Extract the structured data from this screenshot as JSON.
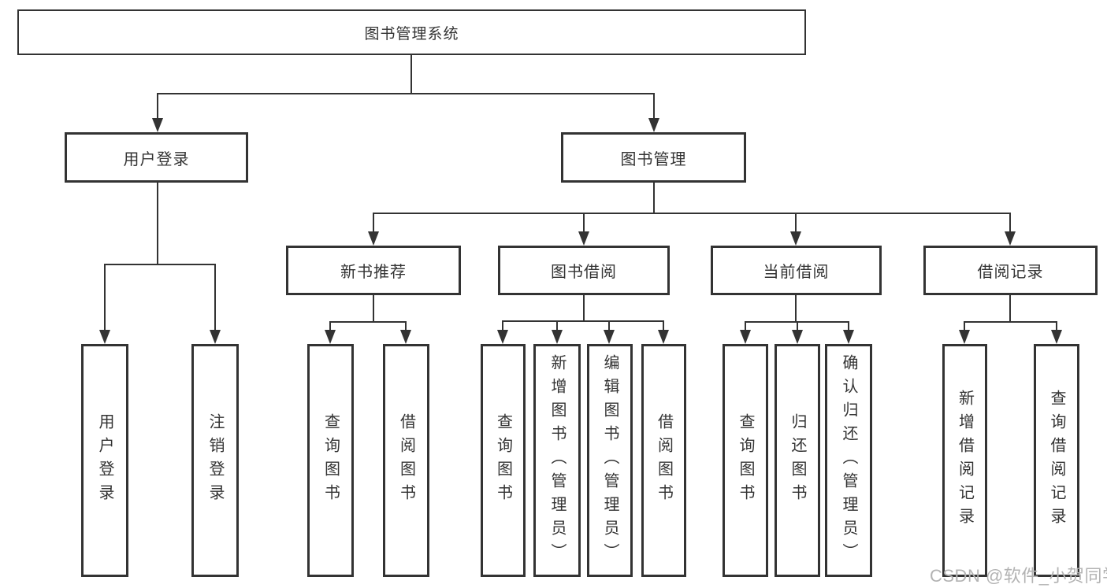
{
  "diagram": {
    "root": {
      "label": "图书管理系统"
    },
    "branches": [
      {
        "label": "用户登录",
        "children": [
          {
            "label": "用户登录"
          },
          {
            "label": "注销登录"
          }
        ]
      },
      {
        "label": "图书管理",
        "children": [
          {
            "label": "新书推荐",
            "children": [
              {
                "label": "查询图书"
              },
              {
                "label": "借阅图书"
              }
            ]
          },
          {
            "label": "图书借阅",
            "children": [
              {
                "label": "查询图书"
              },
              {
                "label": "新增图书（管理员）"
              },
              {
                "label": "编辑图书（管理员）"
              },
              {
                "label": "借阅图书"
              }
            ]
          },
          {
            "label": "当前借阅",
            "children": [
              {
                "label": "查询图书"
              },
              {
                "label": "归还图书"
              },
              {
                "label": "确认归还（管理员）"
              }
            ]
          },
          {
            "label": "借阅记录",
            "children": [
              {
                "label": "新增借阅记录"
              },
              {
                "label": "查询借阅记录"
              }
            ]
          }
        ]
      }
    ]
  },
  "watermark": {
    "text": "CSDN @软件_小贺同学"
  },
  "colors": {
    "line": "#333333",
    "text": "#333333",
    "watermark": "#b3b3b3",
    "background": "#ffffff"
  }
}
